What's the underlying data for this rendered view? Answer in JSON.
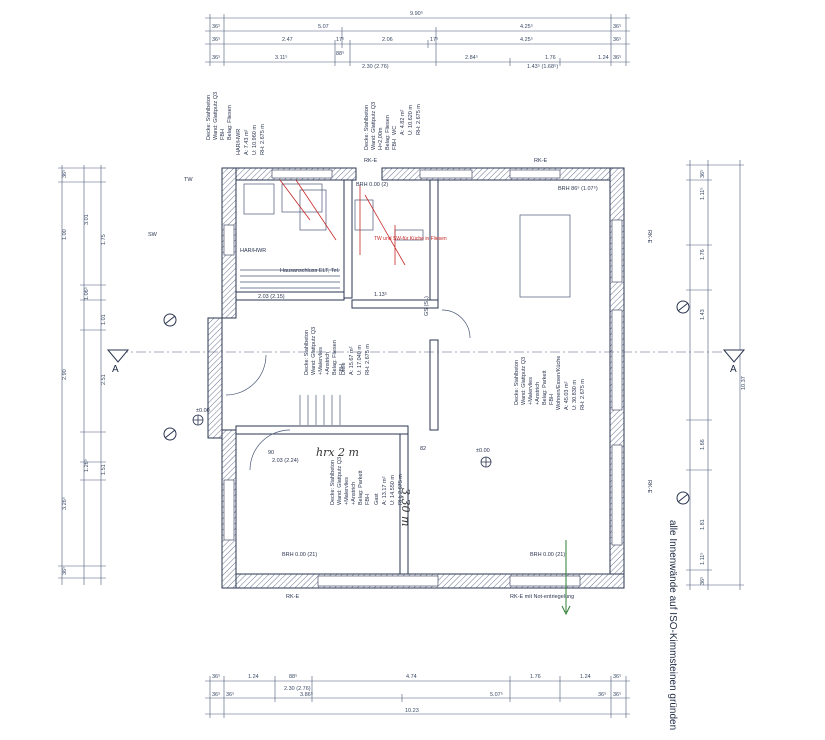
{
  "dims_top": {
    "overall": "9.90⁵",
    "row2": [
      "36⁵",
      "5.07",
      "4.25⁵",
      "36⁵"
    ],
    "row3": [
      "36⁵",
      "2.47",
      "17⁵",
      "2.06",
      "17⁵",
      "4.25⁵",
      "36⁵"
    ],
    "row4": [
      "36⁵",
      "3.11⁵",
      "88⁵",
      "2.30 (2.76)",
      "2.84⁵",
      "1.43⁵ (1.68⁵)",
      "1.76",
      "1.24",
      "36⁵"
    ]
  },
  "dims_bottom": {
    "row1": [
      "36⁵",
      "1.24",
      "88⁵",
      "2.30 (2.76)",
      "4.74",
      "1.76",
      "1.24",
      "36⁵"
    ],
    "row2": [
      "36⁵",
      "36⁵",
      "3.86⁵",
      "5.07⁵",
      "36⁵",
      "36⁵"
    ],
    "overall": "10.23"
  },
  "rooms": {
    "hwr": {
      "title": "HAR/HWR",
      "area": "A: 7.43 m²",
      "perimeter": "U: 10.960 m",
      "height": "RH: 2.675 m",
      "notes": [
        "Decke: Stahlbeton",
        "Wand: Glattputz Q3",
        "FBH",
        "Belag: Fliesen"
      ]
    },
    "wc": {
      "title": "WC",
      "area": "A: 4.82 m²",
      "perimeter": "U: 10.620 m",
      "height": "RH: 2.675 m",
      "notes": [
        "Decke: Stahlbeton",
        "Wand: Glattputz Q3",
        "H=2,00m",
        "Belag: Fliesen",
        "FBH"
      ]
    },
    "diele": {
      "title": "Diele",
      "area": "A: 15.67 m²",
      "perimeter": "U: 17.040 m",
      "height": "RH: 2.675 m",
      "notes": [
        "Decke: Stahlbeton",
        "Wand: Glattputz Q3",
        "+Malervlies",
        "+Anstrich",
        "Belag: Fliesen",
        "FBH"
      ]
    },
    "wohnen": {
      "title": "Wohnen/Essen/Küche",
      "area": "A: 45.03 m²",
      "perimeter": "U: 30.830 m",
      "height": "RH: 2.675 m",
      "notes": [
        "Decke: Stahlbeton",
        "Wand: Glattputz Q3",
        "+Malervlies",
        "+Anstrich",
        "Belag: Parkett",
        "FBH"
      ]
    },
    "gast": {
      "title": "Gast",
      "area": "A: 13.17 m²",
      "perimeter": "U: 14.550 m",
      "height": "RH: 2.675 m",
      "notes": [
        "Decke: Stahlbeton",
        "Wand: Glattputz Q3",
        "+Malervlies",
        "+Anstrich",
        "Belag: Parkett",
        "FBH"
      ]
    }
  },
  "labels": {
    "rke_top1": "RK-E",
    "rke_top2": "RK-E",
    "rke_right1": "RK-E",
    "rke_right2": "RK-E",
    "rke_bottom_left": "RK-E",
    "rke_bottom_right": "RK-E mit Not-entriegelung",
    "brh_top": "BRH 86⁵ (1.07⁵)",
    "brh_wc": "BRH 0.00 (2)",
    "brh_gast": "BRH 0.00 (21)",
    "brh_right": "BRH 0.00 (21)",
    "hausanschluss": "Hausanschluss ELT, Tel.",
    "section_a": "A",
    "note_right": "alle Innenwände auf ISO-Kimmsteinen gründen",
    "hand1": "hrx 2 m",
    "hand2": "3,30 m",
    "hwr_stair": "HAR/HWR",
    "gs": "GS (SL)",
    "tw_sw": "TW und SW-für Küche in Fliesen",
    "legend_tw": "TW",
    "legend_sw": "SW",
    "level_1": "±0.00",
    "level_2": "±0.00",
    "wall_dim_1": "1.13⁵",
    "wall_dim_2": "82",
    "wall_dim_3": "2.03 (2.15)",
    "wall_dim_4": "2.03 (2.24)",
    "door_90": "90"
  },
  "dims_left": [
    "36⁵",
    "1.00",
    "3.01",
    "1.75",
    "1.06⁵",
    "1.01",
    "2.90",
    "2.51",
    "1.26⁵",
    "1.51",
    "3.26⁵",
    "36⁵"
  ],
  "dims_right": [
    "36⁵",
    "1.11⁵",
    "1.76",
    "1.43",
    "1.66",
    "1.81",
    "1.11⁵",
    "36⁵",
    "10.37"
  ]
}
